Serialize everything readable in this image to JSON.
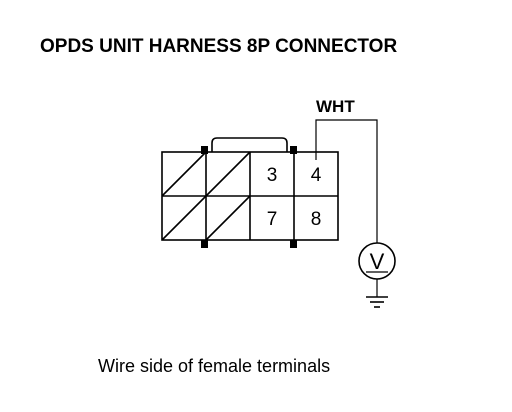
{
  "title": "OPDS UNIT HARNESS 8P CONNECTOR",
  "wire_label": "WHT",
  "terminals": {
    "t3": "3",
    "t4": "4",
    "t7": "7",
    "t8": "8"
  },
  "meter_symbol": "V",
  "caption": "Wire side of female terminals"
}
